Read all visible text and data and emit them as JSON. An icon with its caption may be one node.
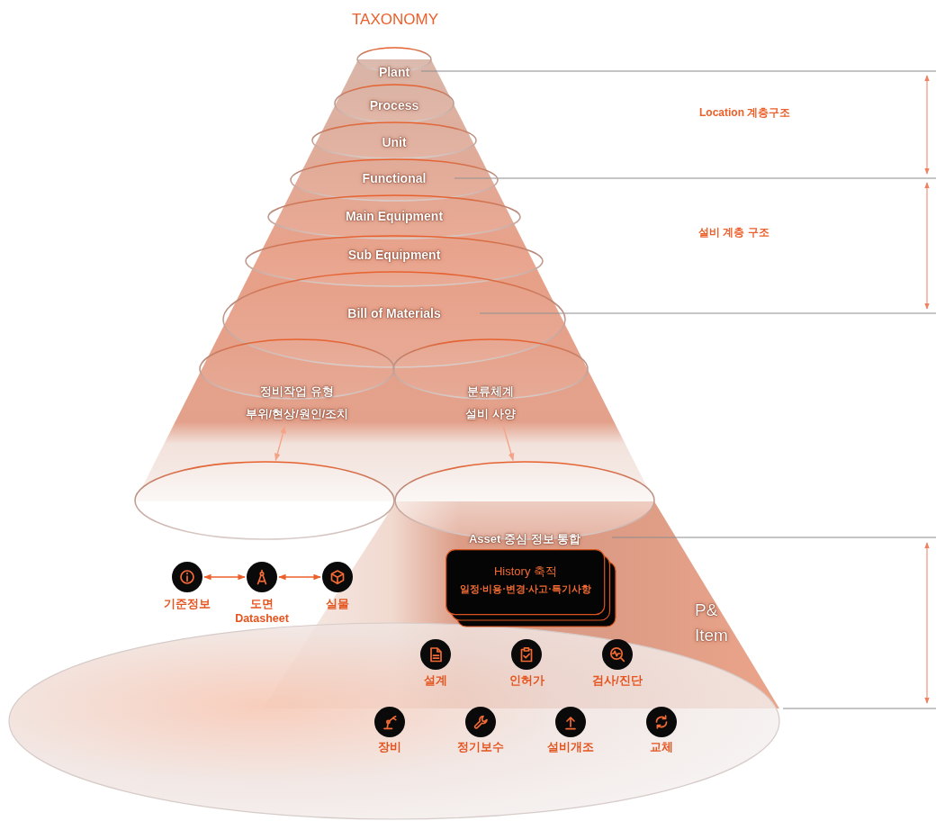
{
  "diagram": {
    "title": "TAXONOMY",
    "nodes": [
      {
        "text": [
          "Plant"
        ]
      },
      {
        "text": [
          "Process"
        ]
      },
      {
        "text": [
          "Unit"
        ]
      },
      {
        "text": [
          "Functional"
        ]
      },
      {
        "text": [
          "Main Equipment"
        ]
      },
      {
        "text": [
          "Sub Equipment"
        ]
      },
      {
        "text": [
          "Bill of Materials"
        ]
      },
      {
        "text": [
          "정비작업 유형",
          "부위/현상/원인/조치"
        ]
      },
      {
        "text": [
          "분류체계",
          "설비 사양"
        ]
      },
      {
        "text": [],
        "shape": "ellipse"
      },
      {
        "text": [
          "Asset 중심 정보 통합"
        ]
      },
      {
        "text": [
          "History 축적",
          "일정·비용·변경·사고·특기사항"
        ]
      },
      {
        "text": [
          "기준정보"
        ]
      },
      {
        "text": [
          "도면",
          "Datasheet"
        ]
      },
      {
        "text": [
          "실물"
        ]
      },
      {
        "text": [],
        "shape": "ellipse"
      },
      {
        "text": [
          "설계"
        ],
        "in": 15
      },
      {
        "text": [
          "인허가"
        ],
        "in": 15
      },
      {
        "text": [
          "검사/진단"
        ],
        "in": 15
      },
      {
        "text": [
          "장비"
        ],
        "in": 15
      },
      {
        "text": [
          "정기보수"
        ],
        "in": 15
      },
      {
        "text": [
          "설비개조"
        ],
        "in": 15
      },
      {
        "text": [
          "교체"
        ],
        "in": 15
      }
    ],
    "edges": [
      {
        "from": 7,
        "to": 9,
        "arrow": "both",
        "color": "#f4a385"
      },
      {
        "from": 8,
        "to": 10,
        "arrow": "to",
        "color": "#f4a385"
      },
      {
        "from": 12,
        "to": 13,
        "arrow": "both",
        "color": "#ec5f2a"
      },
      {
        "from": 13,
        "to": 14,
        "arrow": "both",
        "color": "#ec5f2a"
      }
    ],
    "labels": [
      "Location 계층구조",
      "설비 계층 구조",
      "P& Item"
    ]
  }
}
